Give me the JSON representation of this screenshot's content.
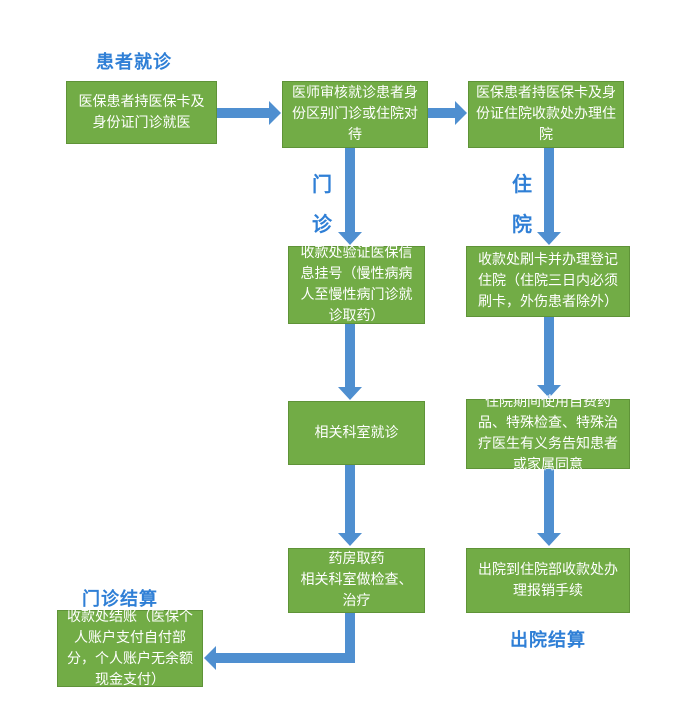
{
  "labels": {
    "patient_visit": "患者就诊",
    "outpatient_char1": "门",
    "outpatient_char2": "诊",
    "inpatient_char1": "住",
    "inpatient_char2": "院",
    "outpatient_settlement": "门诊结算",
    "discharge_settlement": "出院结算"
  },
  "boxes": {
    "start": "医保患者持医保卡及身份证门诊就医",
    "review": "医师审核就诊患者身份区别门诊或住院对待",
    "admit": "医保患者持医保卡及身份证住院收款处办理住院",
    "outpatient_register": "收款处验证医保信息挂号（慢性病病人至慢性病门诊就诊取药）",
    "department_visit": "相关科室就诊",
    "pharmacy": "药房取药\n相关科室做检查、治疗",
    "outpatient_payment": "收款处结账（医保个人账户支付自付部分，个人账户无余额现金支付）",
    "inpatient_register": "收款处刷卡并办理登记住院（住院三日内必须刷卡，外伤患者除外）",
    "inpatient_notice": "住院期间使用自费药品、特殊检查、特殊治疗医生有义务告知患者或家属同意",
    "discharge": "出院到住院部收款处办理报销手续"
  },
  "colors": {
    "box_fill": "#72ac46",
    "arrow": "#4f8fd0",
    "label": "#2f7fd6"
  }
}
